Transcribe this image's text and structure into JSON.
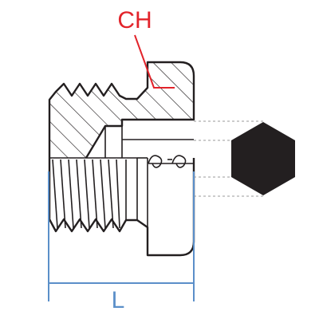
{
  "diagram": {
    "labels": {
      "ch": "CH",
      "l": "L"
    },
    "colors": {
      "outline": "#231f20",
      "hatch": "#231f20",
      "ch_label": "#e2232a",
      "dimension": "#5b8fc9",
      "hex_fill": "#231f20",
      "hidden_lines": "#9a9a9a",
      "background": "#ffffff"
    },
    "icons": {
      "end_view": "hexagon-end-view",
      "section_view": "hex-socket-plug-cross-section"
    }
  }
}
